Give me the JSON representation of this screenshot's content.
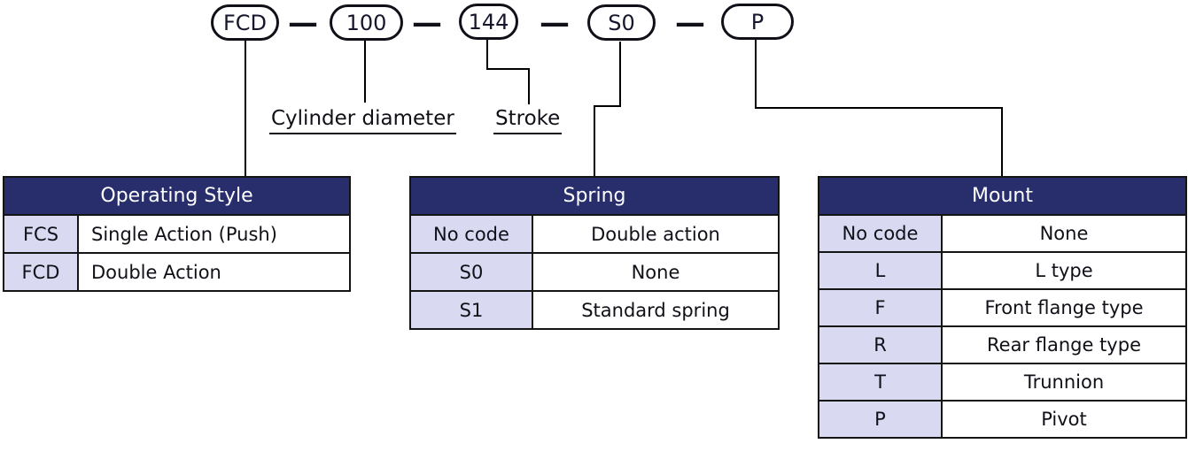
{
  "code_pills": {
    "segments": [
      {
        "label": "FCD"
      },
      {
        "label": "100"
      },
      {
        "label": "144"
      },
      {
        "label": "S0"
      },
      {
        "label": "P"
      }
    ],
    "separator": "—"
  },
  "annotations": {
    "cylinder_diameter": "Cylinder diameter",
    "stroke": "Stroke"
  },
  "tables": [
    {
      "id": "operating-style",
      "title": "Operating Style",
      "rows": [
        {
          "code": "FCS",
          "description": "Single Action (Push)"
        },
        {
          "code": "FCD",
          "description": "Double Action"
        }
      ]
    },
    {
      "id": "spring",
      "title": "Spring",
      "rows": [
        {
          "code": "No code",
          "description": "Double action"
        },
        {
          "code": "S0",
          "description": "None"
        },
        {
          "code": "S1",
          "description": "Standard spring"
        }
      ]
    },
    {
      "id": "mount",
      "title": "Mount",
      "rows": [
        {
          "code": "No code",
          "description": "None"
        },
        {
          "code": "L",
          "description": "L type"
        },
        {
          "code": "F",
          "description": "Front flange type"
        },
        {
          "code": "R",
          "description": "Rear flange type"
        },
        {
          "code": "T",
          "description": "Trunnion"
        },
        {
          "code": "P",
          "description": "Pivot"
        }
      ]
    }
  ],
  "colors": {
    "header_bg": "#282e6c",
    "code_column_bg": "#d9d9f2",
    "border": "#141414",
    "line": "#000000",
    "background": "#ffffff"
  }
}
